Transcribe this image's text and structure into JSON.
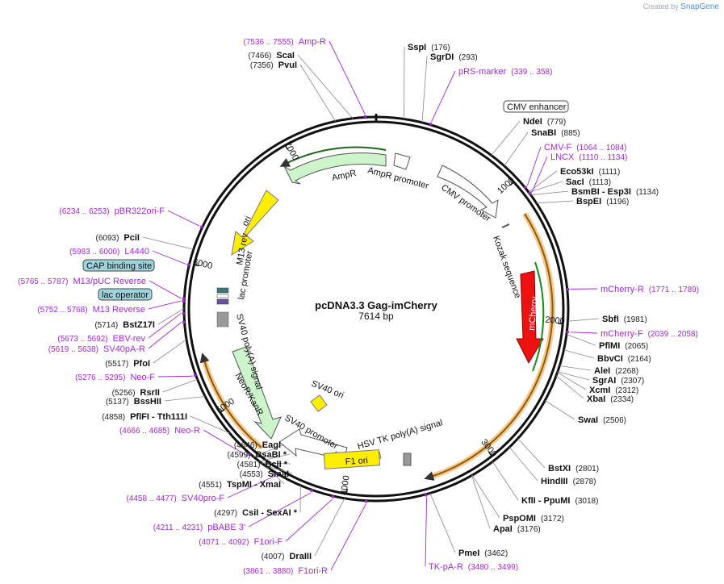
{
  "brand": {
    "created_by": "Created by",
    "name": "SnapGene"
  },
  "plasmid": {
    "name": "pcDNA3.3 Gag-imCherry",
    "length": "7614 bp",
    "total_bp": 7614
  },
  "ticks": [
    {
      "bp": 1000,
      "label": "1000"
    },
    {
      "bp": 2000,
      "label": "2000"
    },
    {
      "bp": 3000,
      "label": "3000"
    },
    {
      "bp": 4000,
      "label": "4000"
    },
    {
      "bp": 5000,
      "label": "5000"
    },
    {
      "bp": 6000,
      "label": "6000"
    },
    {
      "bp": 7000,
      "label": "7000"
    }
  ],
  "enzymes": [
    {
      "name": "SspI",
      "pos": "(176)",
      "side": "right"
    },
    {
      "name": "SgrDI",
      "pos": "(293)",
      "side": "right"
    },
    {
      "name": "NdeI",
      "pos": "(779)",
      "side": "right"
    },
    {
      "name": "SnaBI",
      "pos": "(885)",
      "side": "right"
    },
    {
      "name": "Eco53kI",
      "pos": "(1111)",
      "side": "right"
    },
    {
      "name": "SacI",
      "pos": "(1113)",
      "side": "right"
    },
    {
      "name": "BsmBI   - Esp3I",
      "pos": "(1134)",
      "side": "right"
    },
    {
      "name": "BspEI",
      "pos": "(1196)",
      "side": "right"
    },
    {
      "name": "SbfI",
      "pos": "(1981)",
      "side": "right"
    },
    {
      "name": "PflMI",
      "pos": "(2065)",
      "side": "right"
    },
    {
      "name": "BbvCI",
      "pos": "(2164)",
      "side": "right"
    },
    {
      "name": "AleI",
      "pos": "(2268)",
      "side": "right"
    },
    {
      "name": "SgrAI",
      "pos": "(2307)",
      "side": "right"
    },
    {
      "name": "XcmI",
      "pos": "(2312)",
      "side": "right"
    },
    {
      "name": "XbaI",
      "pos": "(2334)",
      "side": "right"
    },
    {
      "name": "SwaI",
      "pos": "(2506)",
      "side": "right"
    },
    {
      "name": "BstXI",
      "pos": "(2801)",
      "side": "right"
    },
    {
      "name": "HindIII",
      "pos": "(2878)",
      "side": "right"
    },
    {
      "name": "KflI   - PpuMI",
      "pos": "(3018)",
      "side": "right"
    },
    {
      "name": "PspOMI",
      "pos": "(3172)",
      "side": "right"
    },
    {
      "name": "ApaI",
      "pos": "(3176)",
      "side": "right"
    },
    {
      "name": "PmeI",
      "pos": "(3462)",
      "side": "right"
    },
    {
      "name": "DraIII",
      "pos": "(4007)",
      "side": "left"
    },
    {
      "name": "CsiI   - SexAI *",
      "pos": "(4297)",
      "side": "left"
    },
    {
      "name": "TspMI   - XmaI",
      "pos": "(4551)",
      "side": "left"
    },
    {
      "name": "SmaI",
      "pos": "(4553)",
      "side": "left"
    },
    {
      "name": "BclI *",
      "pos": "(4581)",
      "side": "left"
    },
    {
      "name": "BsaBI *",
      "pos": "(4599)",
      "side": "left"
    },
    {
      "name": "EagI",
      "pos": "(4646)",
      "side": "left"
    },
    {
      "name": "PflFI   - Tth111I",
      "pos": "(4858)",
      "side": "left"
    },
    {
      "name": "BssHII",
      "pos": "(5137)",
      "side": "left"
    },
    {
      "name": "RsrII",
      "pos": "(5256)",
      "side": "left"
    },
    {
      "name": "PfoI",
      "pos": "(5517)",
      "side": "left"
    },
    {
      "name": "BstZ17I",
      "pos": "(5714)",
      "side": "left"
    },
    {
      "name": "PciI",
      "pos": "(6093)",
      "side": "left"
    },
    {
      "name": "PvuI",
      "pos": "(7356)",
      "side": "left"
    },
    {
      "name": "ScaI",
      "pos": "(7466)",
      "side": "left"
    }
  ],
  "primers": [
    {
      "name": "Amp-R",
      "pos": "(7536 .. 7555)"
    },
    {
      "name": "pRS-marker",
      "pos": "(339 .. 358)"
    },
    {
      "name": "CMV-F",
      "pos": "(1064 .. 1084)"
    },
    {
      "name": "LNCX",
      "pos": "(1110 .. 1134)"
    },
    {
      "name": "mCherry-R",
      "pos": "(1771 .. 1789)"
    },
    {
      "name": "mCherry-F",
      "pos": "(2039 .. 2058)"
    },
    {
      "name": "TK-pA-R",
      "pos": "(3480 .. 3499)"
    },
    {
      "name": "F1ori-R",
      "pos": "(3861 .. 3880)"
    },
    {
      "name": "F1ori-F",
      "pos": "(4071 .. 4092)"
    },
    {
      "name": "pBABE 3'",
      "pos": "(4211 .. 4231)"
    },
    {
      "name": "SV40pro-F",
      "pos": "(4458 .. 4477)"
    },
    {
      "name": "Neo-R",
      "pos": "(4666 .. 4685)"
    },
    {
      "name": "Neo-F",
      "pos": "(5276 .. 5295)"
    },
    {
      "name": "SV40pA-R",
      "pos": "(5619 .. 5638)"
    },
    {
      "name": "EBV-rev",
      "pos": "(5673 .. 5692)"
    },
    {
      "name": "M13 Reverse",
      "pos": "(5752 .. 5768)"
    },
    {
      "name": "M13/pUC Reverse",
      "pos": "(5765 .. 5787)"
    },
    {
      "name": "L4440",
      "pos": "(5983 .. 6000)"
    },
    {
      "name": "pBR322ori-F",
      "pos": "(6234 .. 6253)"
    }
  ],
  "boxed_features": {
    "cmv_enhancer": "CMV enhancer",
    "cap_site": "CAP binding site",
    "lac_operator": "lac operator"
  },
  "features": {
    "ampr": "AmpR",
    "ampr_promoter": "AmpR promoter",
    "cmv_promoter": "CMV promoter",
    "kozak": "Kozak sequence",
    "mcherry": "mCherry",
    "hsv_tk": "HSV TK poly(A) signal",
    "f1_ori": "F1 ori",
    "sv40_ori": "SV40 ori",
    "sv40_promoter": "SV40 promoter",
    "neor": "NeoR/KanR",
    "sv40_polya": "SV40 poly(A) signal",
    "m13_rev": "M13 rev",
    "lac_promoter": "lac promoter",
    "ori": "ori"
  },
  "colors": {
    "ampr": "#ccf5cc",
    "mcherry": "#ee1111",
    "ori": "#ffee00",
    "gag_outline": "#f6c98a",
    "primer": "#a02ad2",
    "cap_box": "#9fd3dd"
  }
}
